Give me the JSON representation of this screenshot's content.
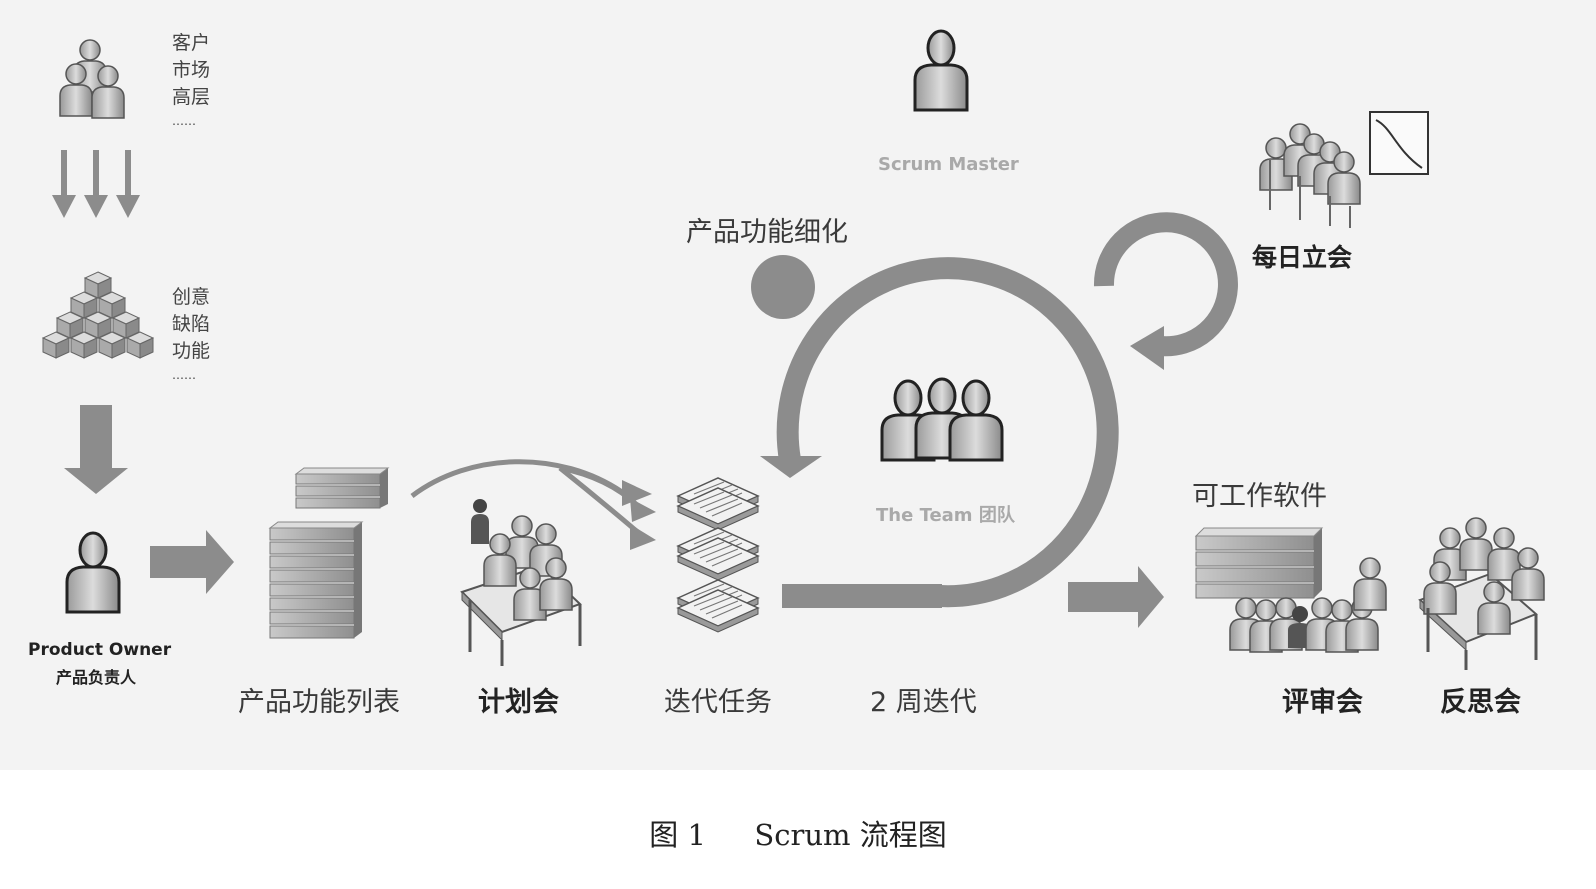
{
  "stakeholders": [
    "客户",
    "市场",
    "高层",
    "……"
  ],
  "inputs": [
    "创意",
    "缺陷",
    "功能",
    "……"
  ],
  "product_owner": {
    "en": "Product Owner",
    "zh": "产品负责人"
  },
  "scrum_master": "Scrum Master",
  "team": "The Team 团队",
  "refinement": "产品功能细化",
  "daily_standup": "每日立会",
  "working_software": "可工作软件",
  "bottom_labels": {
    "backlog": "产品功能列表",
    "planning": "计划会",
    "sprint_tasks": "迭代任务",
    "sprint": "2 周迭代",
    "review": "评审会",
    "retro": "反思会"
  },
  "caption": {
    "figure": "图 1",
    "title": "Scrum 流程图"
  },
  "colors": {
    "arrow": "#8c8c8c",
    "panel": "#f3f3f3",
    "person": "#b5b5b5",
    "dark_person": "#3a3a3a"
  }
}
